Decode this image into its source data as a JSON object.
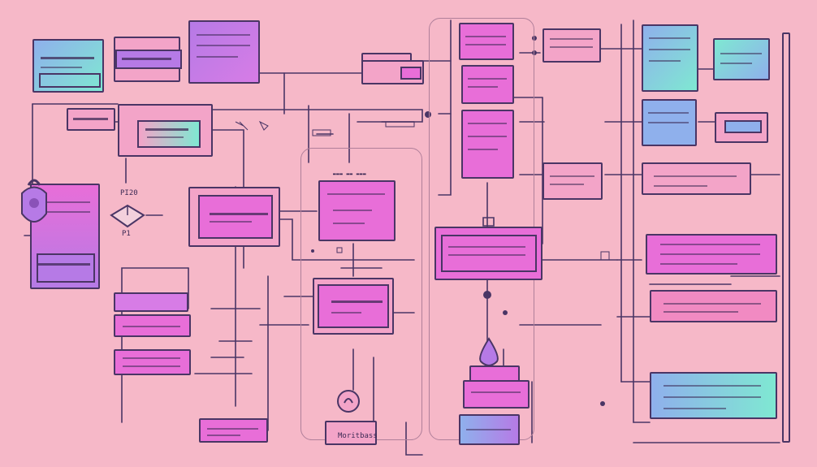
{
  "diagram": {
    "colors": {
      "background": "#f6b8c8",
      "magenta": "#e86ed8",
      "violet": "#b67ae6",
      "teal": "#7fe8d2",
      "blue": "#8fb0ec",
      "pink": "#f18ac2",
      "stroke": "#4a3565"
    },
    "labels": {
      "a": "PI20",
      "b": "P1",
      "c": "Moritbass"
    },
    "icons": [
      "padlock-icon",
      "cube-icon",
      "circle-node-icon"
    ]
  }
}
